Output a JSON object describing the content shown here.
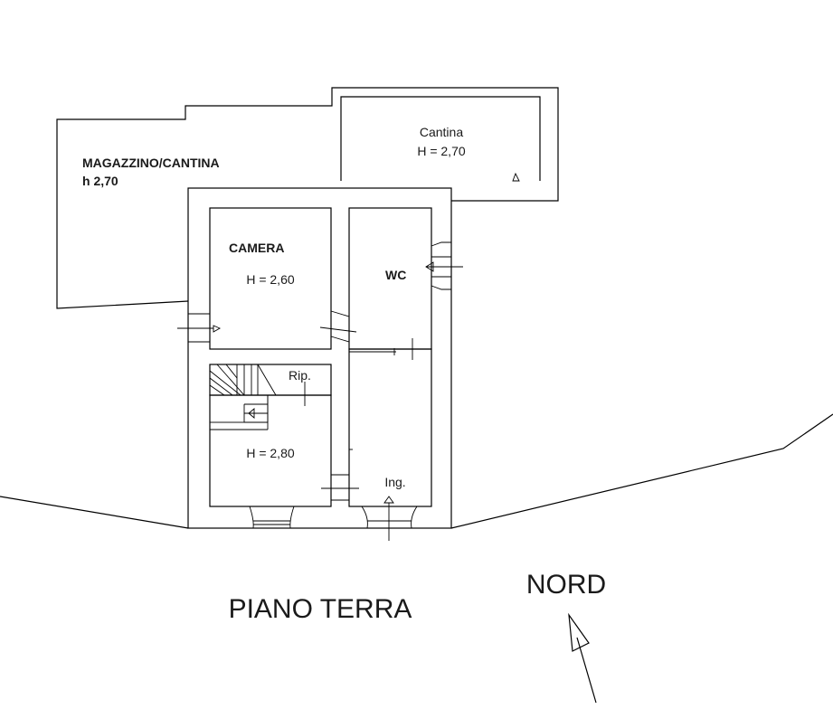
{
  "labels": {
    "magazzino_name": "MAGAZZINO/CANTINA",
    "magazzino_height": "h 2,70",
    "cantina_name": "Cantina",
    "cantina_height": "H = 2,70",
    "camera_name": "CAMERA",
    "camera_height": "H = 2,60",
    "wc_name": "WC",
    "rip_name": "Rip.",
    "ground_room_height": "H = 2,80",
    "entrance": "Ing.",
    "floor_title": "PIANO TERRA",
    "north": "NORD"
  },
  "colors": {
    "line": "#000000",
    "text": "#1a1a1a",
    "background": "#ffffff"
  }
}
